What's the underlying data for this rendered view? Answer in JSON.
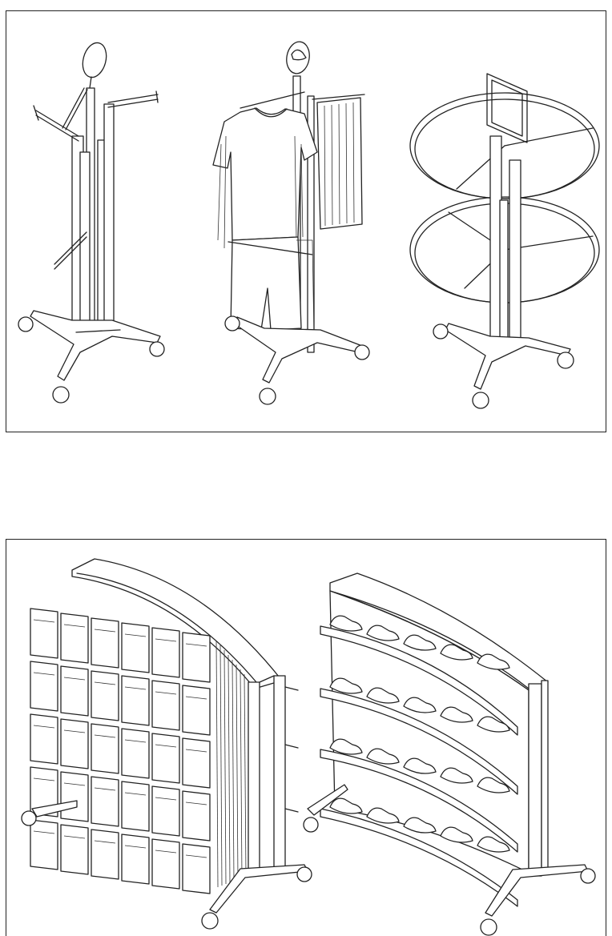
{
  "figure": {
    "top_panel": {
      "items": [
        {
          "name": "four-way-arm-rack"
        },
        {
          "name": "t-shirt-shorts-rack"
        },
        {
          "name": "round-two-tier-rack"
        }
      ]
    },
    "bottom_panel": {
      "items": [
        {
          "name": "hanging-bag-gondola"
        },
        {
          "name": "shoe-shelf-gondola"
        }
      ]
    }
  },
  "colors": {
    "line": "#222222",
    "background": "#ffffff"
  }
}
